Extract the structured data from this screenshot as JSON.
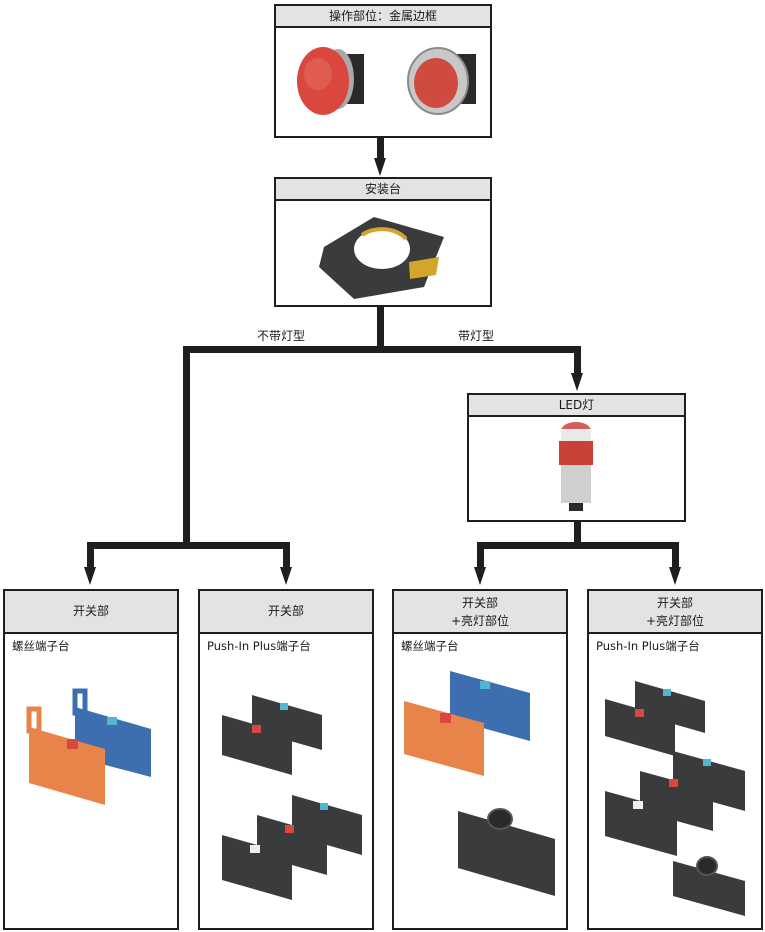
{
  "top_box": {
    "title": "操作部位：金属边框",
    "icon": "metal-bezel-pushbuttons-image"
  },
  "mount_box": {
    "title": "安装台",
    "icon": "mounting-latch-image"
  },
  "branch_labels": {
    "left": "不带灯型",
    "right": "带灯型"
  },
  "led_box": {
    "title": "LED灯",
    "icon": "led-lamp-image"
  },
  "bottom_boxes": [
    {
      "title": "开关部",
      "subtitle": "螺丝端子台",
      "icon": "screw-terminal-switch-units-image"
    },
    {
      "title": "开关部",
      "subtitle": "Push-In Plus端子台",
      "icon": "push-in-plus-switch-units-image"
    },
    {
      "title": "开关部\n+亮灯部位",
      "title_line1": "开关部",
      "title_line2": "+亮灯部位",
      "subtitle": "螺丝端子台",
      "icon": "screw-terminal-switch-lamp-units-image"
    },
    {
      "title": "开关部\n+亮灯部位",
      "title_line1": "开关部",
      "title_line2": "+亮灯部位",
      "subtitle": "Push-In Plus端子台",
      "icon": "push-in-plus-switch-lamp-units-image"
    }
  ],
  "colors": {
    "line": "#1e1e1e",
    "header_bg": "#e3e3e6",
    "button_red": "#d9473e",
    "orange": "#e8844a",
    "blue": "#3d6fb0",
    "dark_grey": "#3a3b3d",
    "cyan": "#4fb8cf",
    "gold": "#d4a52c"
  }
}
